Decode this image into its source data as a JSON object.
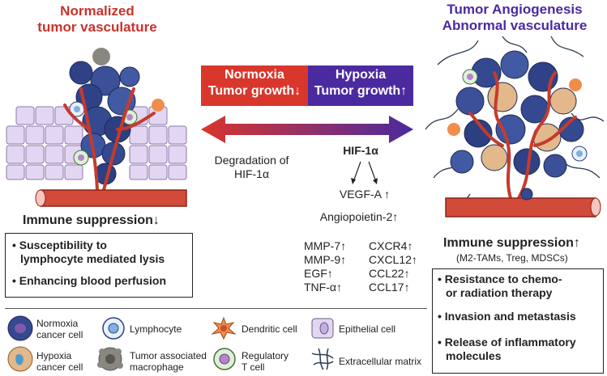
{
  "left": {
    "title_line1": "Normalized",
    "title_line2": "tumor vasculature",
    "immune": "Immune suppression↓",
    "bullets": [
      "Susceptibility to",
      "lymphocyte mediated lysis",
      "Enhancing blood perfusion"
    ]
  },
  "right": {
    "title_line1": "Tumor Angiogenesis",
    "title_line2": "Abnormal vasculature",
    "immune": "Immune suppression↑",
    "immune_sub": "(M2-TAMs, Treg, MDSCs)",
    "bullets": [
      "Resistance to chemo-",
      "or radiation therapy",
      "Invasion and metastasis",
      "Release of inflammatory",
      "molecules"
    ]
  },
  "center": {
    "normoxia_line1": "Normoxia",
    "normoxia_line2": "Tumor growth↓",
    "hypoxia_line1": "Hypoxia",
    "hypoxia_line2": "Tumor growth↑",
    "degradation_line1": "Degradation of",
    "degradation_line2": "HIF-1α",
    "hif": "HIF-1α",
    "vegf": "VEGF-A ↑",
    "angiopoietin": "Angiopoietin-2↑",
    "factors_left": [
      "MMP-7↑",
      "MMP-9↑",
      "EGF↑",
      "TNF-α↑"
    ],
    "factors_right": [
      "CXCR4↑",
      "CXCL12↑",
      "CCL22↑",
      "CCL17↑"
    ]
  },
  "legend": {
    "items": [
      {
        "icon": "normoxia-cancer-cell-icon",
        "line1": "Normoxia",
        "line2": "cancer cell"
      },
      {
        "icon": "lymphocyte-icon",
        "line1": "Lymphocyte",
        "line2": ""
      },
      {
        "icon": "dendritic-cell-icon",
        "line1": "Dendritic cell",
        "line2": ""
      },
      {
        "icon": "epithelial-cell-icon",
        "line1": "Epithelial cell",
        "line2": ""
      },
      {
        "icon": "hypoxia-cancer-cell-icon",
        "line1": "Hypoxia",
        "line2": "cancer cell"
      },
      {
        "icon": "macrophage-icon",
        "line1": "Tumor associated",
        "line2": "macrophage"
      },
      {
        "icon": "regulatory-t-cell-icon",
        "line1": "Regulatory",
        "line2": "T cell"
      },
      {
        "icon": "extracellular-matrix-icon",
        "line1": "Extracellular matrix",
        "line2": ""
      }
    ]
  },
  "colors": {
    "red": "#d9362c",
    "purple": "#4b2aa0",
    "vessel": "#c43b2e",
    "epithelial": "#d9c8ef",
    "cancer": "#34498f"
  }
}
